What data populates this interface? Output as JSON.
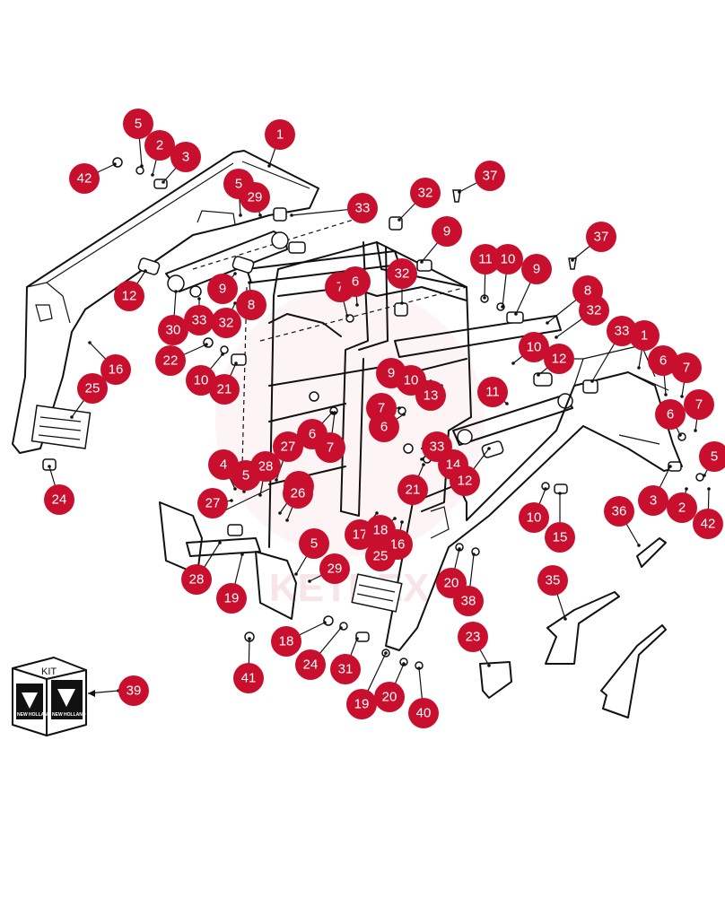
{
  "colors": {
    "callout": "#c8102e",
    "line": "#111111",
    "watermark": "#f3c9cf"
  },
  "kit": {
    "label": "KIT",
    "brand": "NEW HOLLAND"
  },
  "callouts": [
    {
      "n": "1"
    },
    {
      "n": "5"
    },
    {
      "n": "2"
    },
    {
      "n": "3"
    },
    {
      "n": "42"
    },
    {
      "n": "5"
    },
    {
      "n": "29"
    },
    {
      "n": "33"
    },
    {
      "n": "32"
    },
    {
      "n": "37"
    },
    {
      "n": "9"
    },
    {
      "n": "12"
    },
    {
      "n": "9"
    },
    {
      "n": "8"
    },
    {
      "n": "33"
    },
    {
      "n": "32"
    },
    {
      "n": "30"
    },
    {
      "n": "22"
    },
    {
      "n": "10"
    },
    {
      "n": "21"
    },
    {
      "n": "16"
    },
    {
      "n": "25"
    },
    {
      "n": "24"
    },
    {
      "n": "7"
    },
    {
      "n": "6"
    },
    {
      "n": "32"
    },
    {
      "n": "11"
    },
    {
      "n": "10"
    },
    {
      "n": "9"
    },
    {
      "n": "37"
    },
    {
      "n": "8"
    },
    {
      "n": "32"
    },
    {
      "n": "10"
    },
    {
      "n": "12"
    },
    {
      "n": "33"
    },
    {
      "n": "1"
    },
    {
      "n": "6"
    },
    {
      "n": "7"
    },
    {
      "n": "6"
    },
    {
      "n": "7"
    },
    {
      "n": "5"
    },
    {
      "n": "9"
    },
    {
      "n": "10"
    },
    {
      "n": "13"
    },
    {
      "n": "11"
    },
    {
      "n": "7"
    },
    {
      "n": "6"
    },
    {
      "n": "6"
    },
    {
      "n": "7"
    },
    {
      "n": "27"
    },
    {
      "n": "28"
    },
    {
      "n": "4"
    },
    {
      "n": "5"
    },
    {
      "n": "26"
    },
    {
      "n": "27"
    },
    {
      "n": "33"
    },
    {
      "n": "14"
    },
    {
      "n": "12"
    },
    {
      "n": "21"
    },
    {
      "n": "3"
    },
    {
      "n": "2"
    },
    {
      "n": "42"
    },
    {
      "n": "10"
    },
    {
      "n": "15"
    },
    {
      "n": "36"
    },
    {
      "n": "17"
    },
    {
      "n": "18"
    },
    {
      "n": "16"
    },
    {
      "n": "25"
    },
    {
      "n": "5"
    },
    {
      "n": "29"
    },
    {
      "n": "26"
    },
    {
      "n": "28"
    },
    {
      "n": "19"
    },
    {
      "n": "20"
    },
    {
      "n": "38"
    },
    {
      "n": "35"
    },
    {
      "n": "23"
    },
    {
      "n": "18"
    },
    {
      "n": "24"
    },
    {
      "n": "31"
    },
    {
      "n": "41"
    },
    {
      "n": "19"
    },
    {
      "n": "20"
    },
    {
      "n": "40"
    },
    {
      "n": "39"
    }
  ]
}
